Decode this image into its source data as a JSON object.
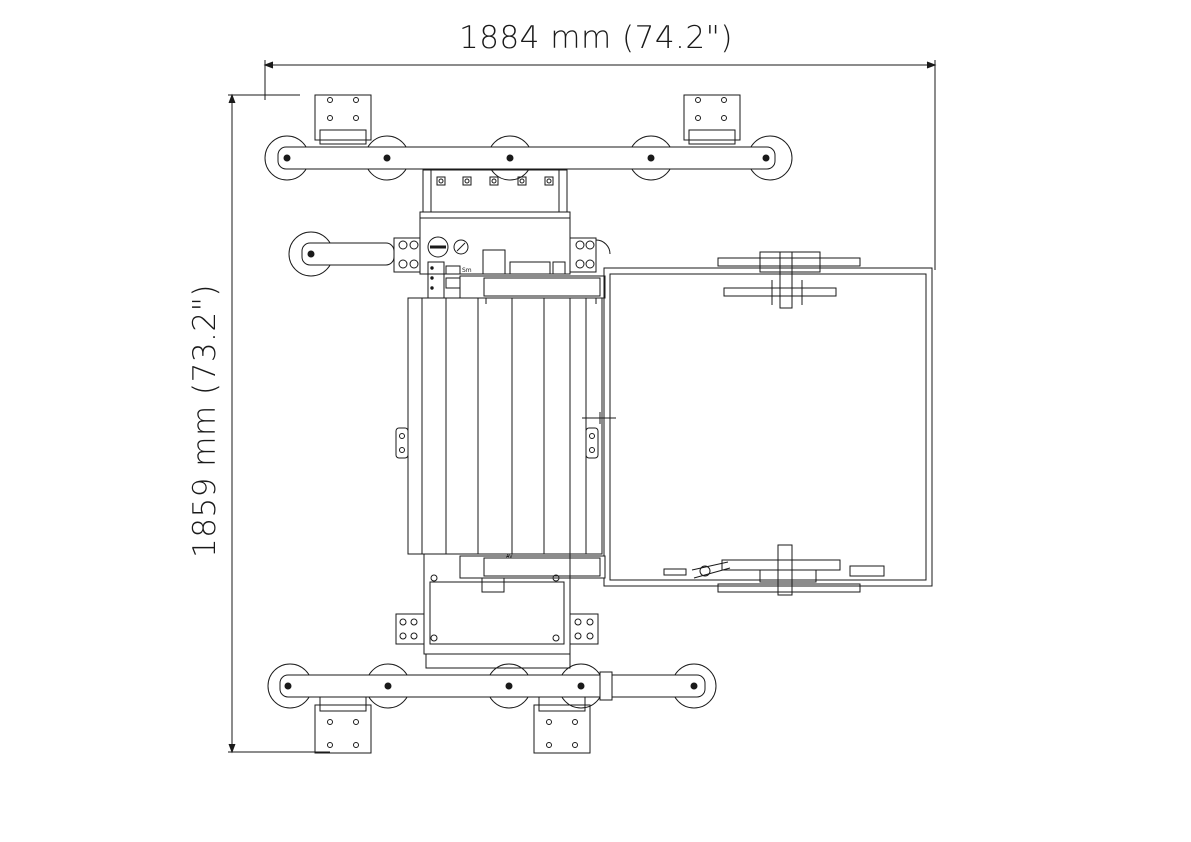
{
  "drawing": {
    "width_dimension_label": "1884 mm (74.2\")",
    "height_dimension_label": "1859 mm (73.2\")",
    "small_label_top": "Sm",
    "small_label_bottom": "AV"
  },
  "colors": {
    "line": "#1a1a1a",
    "background": "#ffffff"
  },
  "icons": [
    "suction-cup-icon",
    "bolt-icon",
    "mounting-plate-icon",
    "switch-knob-icon"
  ]
}
